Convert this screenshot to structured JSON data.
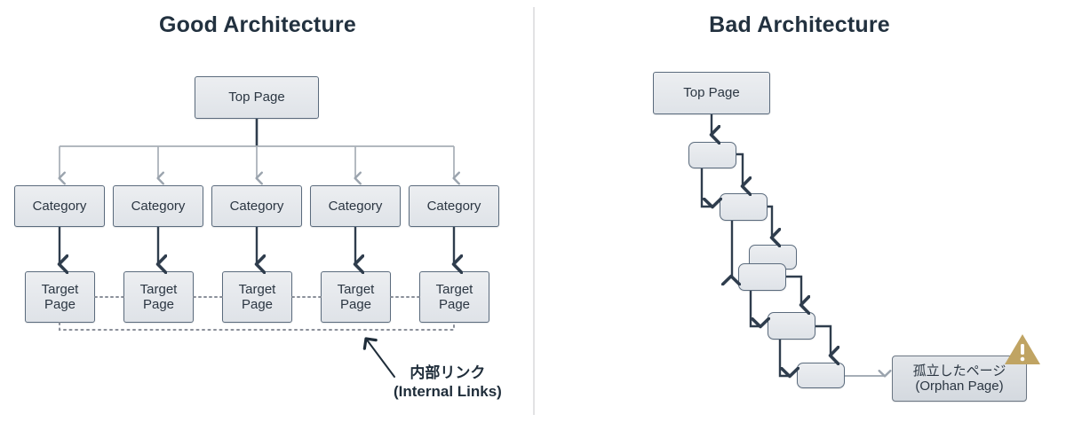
{
  "panels": {
    "good": {
      "title": "Good Architecture",
      "top_page": "Top Page",
      "categories": [
        "Category",
        "Category",
        "Category",
        "Category",
        "Category"
      ],
      "targets": [
        "Target\nPage",
        "Target\nPage",
        "Target\nPage",
        "Target\nPage",
        "Target\nPage"
      ],
      "target_label_line1": "Target",
      "target_label_line2": "Page",
      "annotation": {
        "line_jp": "内部リンク",
        "line_en": "(Internal Links)"
      }
    },
    "bad": {
      "title": "Bad Architecture",
      "top_page": "Top Page",
      "chain_nodes": [
        "",
        "",
        "",
        "",
        "",
        ""
      ],
      "orphan": {
        "line_jp": "孤立したページ",
        "line_en": "(Orphan Page)",
        "icon": "warning-triangle-icon"
      }
    }
  },
  "colors": {
    "title": "#22313f",
    "node_border": "#5b6b7d",
    "node_fill_top": "#eceef1",
    "node_fill_bottom": "#dfe3e8",
    "arrow_dark": "#2f3d4d",
    "arrow_light": "#9aa3ad",
    "dotted_link": "#8a8f99",
    "divider": "#e2e2e4",
    "warning": "#c0a463",
    "background": "#ffffff"
  }
}
